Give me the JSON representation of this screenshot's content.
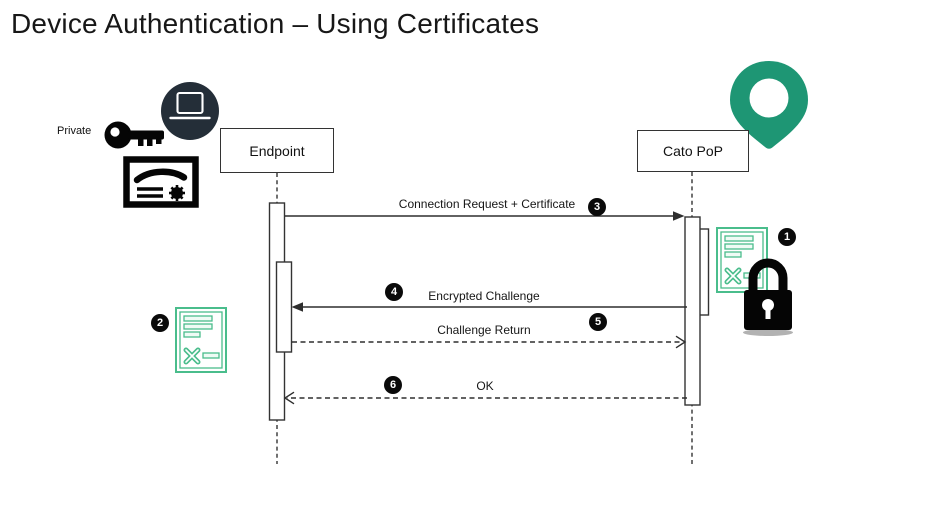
{
  "slide": {
    "title": "Device Authentication – Using Certificates"
  },
  "annotations": {
    "private_key_label": "Private"
  },
  "actors": [
    {
      "name": "Endpoint",
      "icon": "laptop-icon"
    },
    {
      "name": "Cato PoP",
      "icon": "location-pin-icon"
    }
  ],
  "messages": [
    {
      "label": "Connection Request + Certificate",
      "badge": "3",
      "line": "solid",
      "direction": "endpoint-to-pop"
    },
    {
      "label": "Encrypted Challenge",
      "badge": "4",
      "line": "solid",
      "direction": "pop-to-endpoint"
    },
    {
      "label": "Challenge Return",
      "badge": "5",
      "line": "dashed",
      "direction": "endpoint-to-pop"
    },
    {
      "label": "OK",
      "badge": "6",
      "line": "dashed",
      "direction": "pop-to-endpoint"
    }
  ],
  "certificates": [
    {
      "badge": "1",
      "location": "pop-side",
      "icon": "certificate-icon"
    },
    {
      "badge": "2",
      "location": "endpoint-side",
      "icon": "certificate-icon"
    }
  ],
  "colors": {
    "pin_green": "#1E9674",
    "certificate_green": "#4ABD8C",
    "device_circle_dark": "#242E38",
    "line_color": "#333333"
  }
}
